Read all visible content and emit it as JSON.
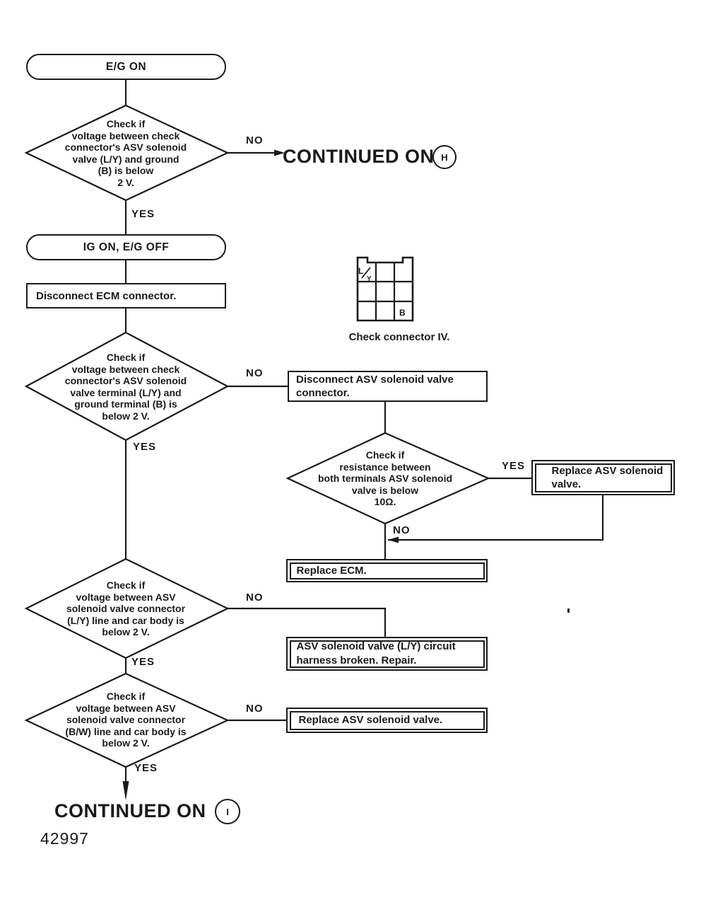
{
  "page": {
    "figure_number": "42997"
  },
  "colors": {
    "ink": "#1a1a1a",
    "paper": "#ffffff"
  },
  "labels": {
    "yes": "YES",
    "no": "NO"
  },
  "terminals": {
    "start": "E/G ON",
    "mid": "IG ON, E/G OFF"
  },
  "processes": {
    "disconnect_ecm": "Disconnect ECM connector.",
    "disconnect_asv": {
      "line1": "Disconnect ASV solenoid valve",
      "line2": "connector."
    }
  },
  "actions": {
    "replace_asv_valve": {
      "line1": "Replace ASV solenoid",
      "line2": "valve."
    },
    "replace_ecm": "Replace ECM.",
    "harness_repair": {
      "line1": "ASV solenoid valve (L/Y) circuit",
      "line2": "harness broken.  Repair."
    },
    "replace_asv_valve_2": "Replace ASV solenoid valve."
  },
  "decisions": {
    "d1": {
      "lines": [
        "Check if",
        "voltage between check",
        "connector's ASV solenoid",
        "valve (L/Y) and ground",
        "(B) is below",
        "2 V."
      ]
    },
    "d2": {
      "lines": [
        "Check if",
        "voltage between check",
        "connector's ASV solenoid",
        "valve terminal (L/Y) and",
        "ground terminal (B) is",
        "below 2 V."
      ]
    },
    "d3": {
      "lines": [
        "Check if",
        "resistance between",
        "both terminals ASV solenoid",
        "valve is below",
        "10Ω."
      ]
    },
    "d4": {
      "lines": [
        "Check if",
        "voltage between ASV",
        "solenoid valve connector",
        "(L/Y) line and car body is",
        "below 2 V."
      ]
    },
    "d5": {
      "lines": [
        "Check if",
        "voltage between ASV",
        "solenoid valve connector",
        "(B/W) line and car body is",
        "below 2 V."
      ]
    }
  },
  "connector_figure": {
    "caption": "Check connector IV.",
    "pin_ly_top": "L",
    "pin_ly_bottom": "Y",
    "pin_b": "B"
  },
  "continuations": {
    "no_branch": {
      "text": "CONTINUED ON",
      "badge": "H"
    },
    "yes_branch": {
      "text": "CONTINUED ON",
      "badge": "I"
    }
  }
}
